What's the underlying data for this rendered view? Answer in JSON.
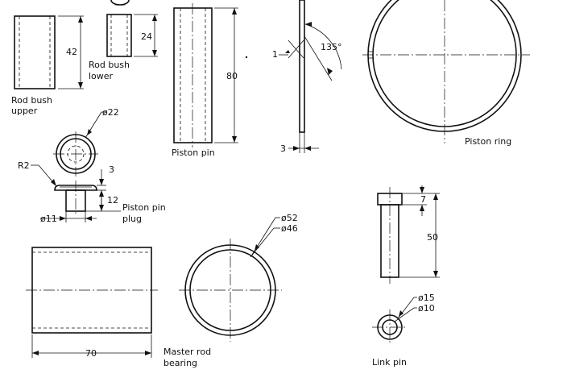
{
  "labels": {
    "rod_bush_upper": [
      "Rod bush",
      "upper"
    ],
    "rod_bush_lower": [
      "Rod bush",
      "lower"
    ],
    "piston_pin": "Piston pin",
    "piston_ring": "Piston ring",
    "piston_pin_plug": [
      "Piston pin",
      "plug"
    ],
    "master_rod_bearing": [
      "Master rod",
      "bearing"
    ],
    "link_pin": "Link pin"
  },
  "dims": {
    "bush_upper_len": "42",
    "bush_lower_len": "24",
    "pin_len": "80",
    "ring_angle": "135°",
    "ring_thk": "1",
    "ring_width": "3",
    "plug_dia": "ø22",
    "plug_radius": "R2",
    "plug_head": "3",
    "plug_len": "12",
    "plug_shank": "ø11",
    "bearing_len": "70",
    "bearing_od": "ø52",
    "bearing_id": "ø46",
    "link_head": "7",
    "link_len": "50",
    "link_od": "ø15",
    "link_id": "ø10"
  }
}
